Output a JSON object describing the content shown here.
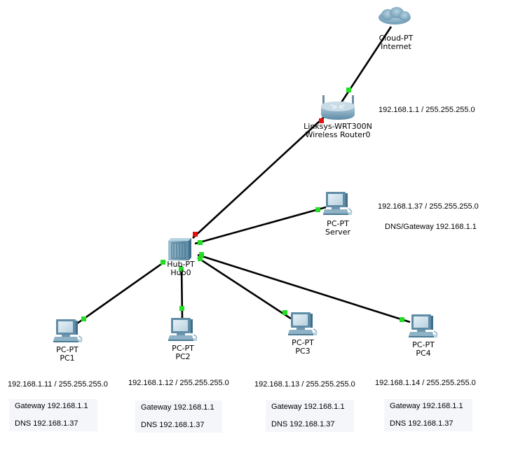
{
  "topology": {
    "devices": [
      {
        "id": "cloud",
        "type": "Cloud-PT",
        "name": "Internet",
        "icon": "cloud-icon"
      },
      {
        "id": "router",
        "type": "Linksys-WRT300N",
        "name": "Wireless Router0",
        "icon": "wireless-router-icon"
      },
      {
        "id": "hub",
        "type": "Hub-PT",
        "name": "Hub0",
        "icon": "hub-icon"
      },
      {
        "id": "server",
        "type": "PC-PT",
        "name": "Server",
        "icon": "pc-icon"
      },
      {
        "id": "pc1",
        "type": "PC-PT",
        "name": "PC1",
        "icon": "pc-icon"
      },
      {
        "id": "pc2",
        "type": "PC-PT",
        "name": "PC2",
        "icon": "pc-icon"
      },
      {
        "id": "pc3",
        "type": "PC-PT",
        "name": "PC3",
        "icon": "pc-icon"
      },
      {
        "id": "pc4",
        "type": "PC-PT",
        "name": "PC4",
        "icon": "pc-icon"
      }
    ],
    "links": [
      {
        "from": "cloud",
        "to": "router",
        "from_status": "up",
        "to_status": "up"
      },
      {
        "from": "router",
        "to": "hub",
        "from_status": "down",
        "to_status": "down"
      },
      {
        "from": "hub",
        "to": "server",
        "from_status": "up",
        "to_status": "up"
      },
      {
        "from": "hub",
        "to": "pc1",
        "from_status": "up",
        "to_status": "up"
      },
      {
        "from": "hub",
        "to": "pc2",
        "from_status": "up",
        "to_status": "up"
      },
      {
        "from": "hub",
        "to": "pc3",
        "from_status": "up",
        "to_status": "up"
      },
      {
        "from": "hub",
        "to": "pc4",
        "from_status": "up",
        "to_status": "up"
      }
    ],
    "status_colors": {
      "up": "#22dd22",
      "down": "#e01010"
    },
    "link_color": "#000000"
  },
  "notes": {
    "router": {
      "ip_mask": "192.168.1.1 / 255.255.255.0"
    },
    "server": {
      "ip_mask": "192.168.1.37 / 255.255.255.0",
      "dns_gateway": "DNS/Gateway 192.168.1.1"
    },
    "pc1": {
      "ip_mask": "192.168.1.11 / 255.255.255.0",
      "gateway": "Gateway 192.168.1.1",
      "dns": "DNS 192.168.1.37"
    },
    "pc2": {
      "ip_mask": "192.168.1.12 / 255.255.255.0",
      "gateway": "Gateway 192.168.1.1",
      "dns": "DNS 192.168.1.37"
    },
    "pc3": {
      "ip_mask": "192.168.1.13 / 255.255.255.0",
      "gateway": "Gateway 192.168.1.1",
      "dns": "DNS 192.168.1.37"
    },
    "pc4": {
      "ip_mask": "192.168.1.14 / 255.255.255.0",
      "gateway": "Gateway 192.168.1.1",
      "dns": "DNS 192.168.1.37"
    }
  }
}
